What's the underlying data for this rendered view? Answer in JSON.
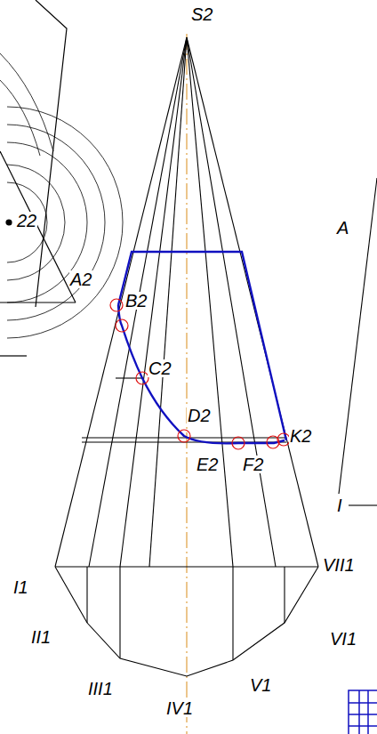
{
  "diagram": {
    "labels": [
      "S2",
      "22",
      "A2",
      "B2",
      "C2",
      "D2",
      "E2",
      "F2",
      "K2",
      "I1",
      "VII1",
      "II1",
      "VI1",
      "III1",
      "V1",
      "IV1",
      "A",
      "I"
    ]
  }
}
